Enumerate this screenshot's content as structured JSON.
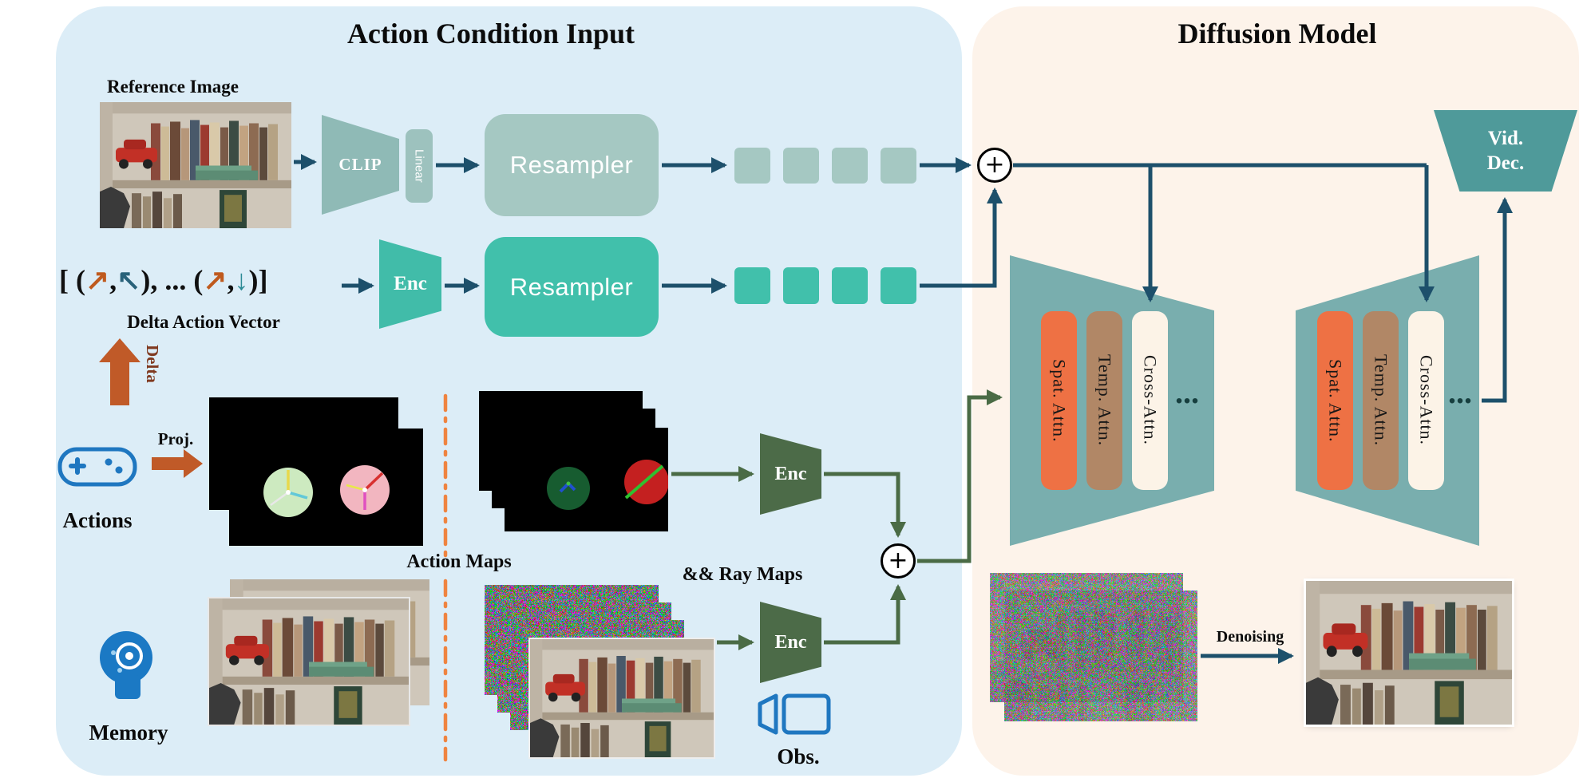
{
  "colors": {
    "panel_left_bg": "#dcedf7",
    "panel_right_bg": "#fdf3ea",
    "teal": "#41c0ab",
    "muted_teal": "#a5c8c2",
    "clip_teal": "#8fbab6",
    "dark_green": "#4c6b48",
    "unet_teal": "#79aeae",
    "vid_dec_teal": "#4f9a9a",
    "spat_orange": "#ee7144",
    "temp_tan": "#b18766",
    "cross_cream": "#fcf3e7",
    "arrow_blue": "#1d506b",
    "arrow_green": "#4a6b45",
    "arrow_orange": "#c05a28",
    "dash_orange": "#ef8440",
    "icon_blue": "#1f77c0"
  },
  "left_panel": {
    "title": "Action Condition Input",
    "reference_image_label": "Reference Image",
    "clip": "CLIP",
    "linear": "Linear",
    "resampler_top": "Resampler",
    "resampler_bottom": "Resampler",
    "enc_delta": "Enc",
    "enc_ray": "Enc",
    "enc_obs": "Enc",
    "delta_vector": {
      "open": "[ (",
      "arrow1": "↗",
      "comma1": ",",
      "arrow2": "↖",
      "middle": "), ... (",
      "arrow3": "↗",
      "comma2": ",",
      "arrow4": "↓",
      "close": ")]"
    },
    "delta_vector_label": "Delta Action Vector",
    "delta_arrow_label": "Delta",
    "proj_label": "Proj.",
    "actions_label": "Actions",
    "action_maps_label": "Action Maps",
    "ray_maps_label": "&& Ray Maps",
    "memory_label": "Memory",
    "obs_label": "Obs."
  },
  "right_panel": {
    "title": "Diffusion Model",
    "vid_dec": {
      "line1": "Vid.",
      "line2": "Dec."
    },
    "denoising_label": "Denoising",
    "blocks": [
      {
        "layers": [
          "Spat. Attn.",
          "Temp. Attn.",
          "Cross-Attn."
        ],
        "more": "..."
      },
      {
        "layers": [
          "Spat. Attn.",
          "Temp. Attn.",
          "Cross-Attn."
        ],
        "more": "..."
      }
    ]
  },
  "operators": {
    "sum_top": "+",
    "sum_mid": "+"
  }
}
